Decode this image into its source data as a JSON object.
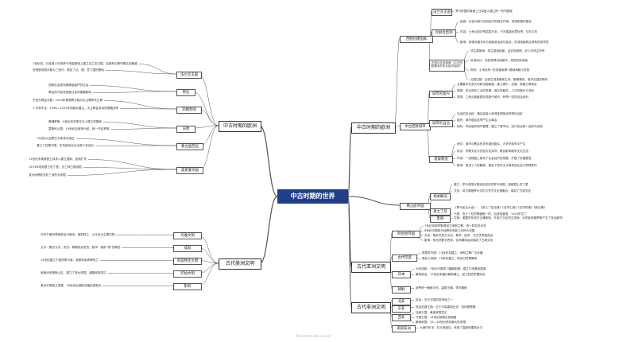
{
  "center_title": "中古时期的世界",
  "branches": {
    "medieval_europe": {
      "title": "中古时期的欧洲",
      "west_europe": {
        "title": "西欧封建国家",
        "frankish": "法兰克王国",
        "frankish_desc": "罗马帝国的废墟上日耳曼人建立的一系列国家",
        "feudal": "封君封臣制",
        "feudal_items": [
          "起因：社会动荡与自然经济的相互作用、采邑制度的普及",
          "内容：土地与庇护的层层分封，只对直接封君负责，互尽义务",
          "影响：使得封建关系与西欧政治密切结合，形成西欧政治体系的多样性"
        ],
        "manor": "庄园与农奴制度（中古西欧基本的农业经济组织）",
        "manor_items": [
          "领主直营地：领主直接经营，由农奴耕种，收入归领主所有",
          "份地划分：农奴获得份地耕作，承担劳役地租",
          "权利：土地私有→农奴被束缚→缴纳地租与劳役",
          "庄园法庭：由领主或其管家主持，管理事务，维护庄园的秩序"
        ]
      },
      "western_cities": {
        "title": "中古西欧城市",
        "town_revival": "城市的复兴",
        "revival_items": [
          "主要集中在意大利和法国南部、佛兰德尔、北德、英格兰等地区",
          "原因：农业和手工业的发展、商业的复苏、人口的增长与流动",
          "表现：工商业者聚居形成新兴城市，获得一定的自治权利"
        ],
        "autonomy": "城市的自治",
        "autonomy_items": [
          "自由的自治权：通过武装斗争或金钱赎买获得自治权",
          "组织：城市居民选举产生议事会",
          "权利：市民组织城市管理，建立了城市法，实行自治和一定的司法权"
        ],
        "church": "基督教会",
        "church_items": [
          "地位：城市与教会的关系错综复杂，大学在城市中产生",
          "特点：宗教文化与世俗文化并存，教会影响城市文化生活",
          "作用：一定程度上推动了社会经济的发展，打破了封建壁垒",
          "影响：促进了人的解放，奠定了资本主义萌芽的社会与思想条件"
        ]
      },
      "byzantine": {
        "title": "拜占庭帝国",
        "intro_label": "相关概况",
        "intro_items": [
          "建立：罗马帝国分裂后形成的东罗马帝国，首都君士坦丁堡",
          "文化：将古希腊罗马文化与东方文化相融合，保存了古典文化"
        ],
        "justinian": "查士丁尼",
        "justinian_items": [
          "《罗马民法大全》：《查士丁尼法典》《法学汇纂》《法学阶梯》《新法典》",
          "兴衰：查士丁尼时期盛极一时，后逐渐衰落，1453年灭亡"
        ],
        "influence": "影响",
        "influence_items": [
          "文明：重要的东西方交通枢纽，东西方文化的交流地，对东欧和俄罗斯产生了深远影响"
        ]
      },
      "left_side": {
        "title": "中古时期的欧洲",
        "frankish_king": "法兰克王国",
        "frankish_king_items": [
          "7世纪初，日耳曼人在西罗马帝国废墟上建立法兰克王国，加洛林王朝时期达到鼎盛",
          "查理曼帝国分裂为三部分，奠定了法、德、意三国的基础"
        ],
        "feature": "特征",
        "feature_items": [
          "西欧社会是封建等级森严的社会",
          "教会的兴起对西欧社会有重要影响"
        ],
        "religion": "宗教影响",
        "religion_items": [
          "东西方教会分裂：1054年基督教分裂为天主教和东正教",
          "十字军东征：1096—1291年西欧封建主、天主教会发动的侵略战争"
        ],
        "east_europe": "东欧",
        "east_europe_items": [
          "基辅罗斯：9世纪末东斯拉夫人建立的国家",
          "莫斯科公国：14世纪后逐渐兴起，统一东北罗斯"
        ],
        "mongol": "蒙古国西征",
        "mongol_items": [
          "13世纪以后蒙古大军多次西征",
          "建立了钦察汗国，在东欧统治长达两个多世纪"
        ],
        "ottoman": "奥斯曼帝国",
        "ottoman_items": [
          "13世纪末奥斯曼土耳其人建立国家，逐渐扩张",
          "1453年攻陷君士坦丁堡，灭亡拜占庭帝国",
          "成为地跨欧亚非三洲的大帝国"
        ]
      }
    },
    "ancient_america": {
      "title": "古代美洲文明",
      "items": [
        {
          "label": "玛雅文明",
          "desc": "分布于墨西哥南部及中美洲，城邦林立，以玉米为主要作物"
        },
        {
          "label": "成就",
          "desc": "文字：象形文字；历法：精确的太阳历；数学：使用“零”的概念"
        },
        {
          "label": "阿兹特克文明",
          "desc": "14世纪建立于墨西哥中部，首都特诺奇蒂特兰"
        },
        {
          "label": "印加文明",
          "desc": "南美洲安第斯山区，建立了庞大帝国，道路网络发达"
        },
        {
          "label": "影响",
          "desc": "美洲文明独立发展，16世纪后被欧洲殖民者毁灭"
        }
      ]
    },
    "ancient_asia": {
      "title": "古代亚洲文明",
      "arabic": "阿拉伯帝国",
      "arabic_items": [
        "7世纪初穆罕默德创立伊斯兰教，统一阿拉伯半岛",
        "8世纪中期成为地跨亚非欧三洲的大帝国",
        "文化：吸收东西方文化，数学、医学、天文学成就突出",
        "影响：阿拉伯数字西传，百年翻译运动保存了古典文化"
      ],
      "indian": "古代印度",
      "indian_items": [
        "德里苏丹国：13世纪初建立，伊斯兰教广泛传播",
        "莫卧儿帝国：16世纪建立，阿克巴时期繁荣"
      ],
      "japan": "日本",
      "japan_items": [
        "大化改新：7世纪中期学习唐朝制度，建立中央集权国家",
        "幕府统治：12世纪末镰仓幕府建立，武士阶层掌握实权"
      ],
      "korea": "朝鲜",
      "korea_items": [
        "新罗统一朝鲜半岛，高丽王朝，李氏朝鲜"
      ]
    },
    "ancient_africa": {
      "title": "古代非洲文明",
      "north_label": "北非",
      "north_items": [
        "埃及：古代文明的发祥地之一"
      ],
      "east_label": "东非",
      "east_items": [
        "阿克苏姆王国：位于今埃塞俄比亚，信仰基督教"
      ],
      "west_label": "西非",
      "west_items": [
        "加纳王国：黄金贸易发达",
        "马里王国：14世纪前期达到鼎盛",
        "桑海帝国：15—16世纪西非最大的帝国"
      ],
      "south_label": "南部非洲",
      "south_items": [
        "大津巴布韦：石头城遗址，体现了高度的建筑水平"
      ]
    }
  },
  "watermark": "Presented with xmind"
}
